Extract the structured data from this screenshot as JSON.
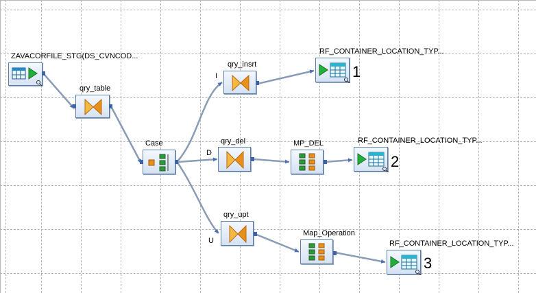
{
  "nodes": {
    "source": {
      "label": "ZAVACORFILE_STG(DS_CVNCOD..."
    },
    "qry_table": {
      "label": "qry_table"
    },
    "case": {
      "label": "Case"
    },
    "qry_insrt": {
      "label": "qry_insrt"
    },
    "qry_del": {
      "label": "qry_del"
    },
    "qry_upt": {
      "label": "qry_upt"
    },
    "mp_del": {
      "label": "MP_DEL"
    },
    "map_operation": {
      "label": "Map_Operation"
    },
    "target1": {
      "label": "RF_CONTAINER_LOCATION_TYP...",
      "number": "1"
    },
    "target2": {
      "label": "RF_CONTAINER_LOCATION_TYP...",
      "number": "2"
    },
    "target3": {
      "label": "RF_CONTAINER_LOCATION_TYP...",
      "number": "3"
    }
  },
  "case_branches": {
    "insert": "I",
    "delete": "D",
    "update": "U"
  },
  "colors": {
    "wire": "#8a9bb5",
    "port": "#3f63a8",
    "query_orange": "#e8901a",
    "map_green": "#2f9a3c",
    "play_green": "#23b03a",
    "table_cyan": "#28b4cf"
  }
}
